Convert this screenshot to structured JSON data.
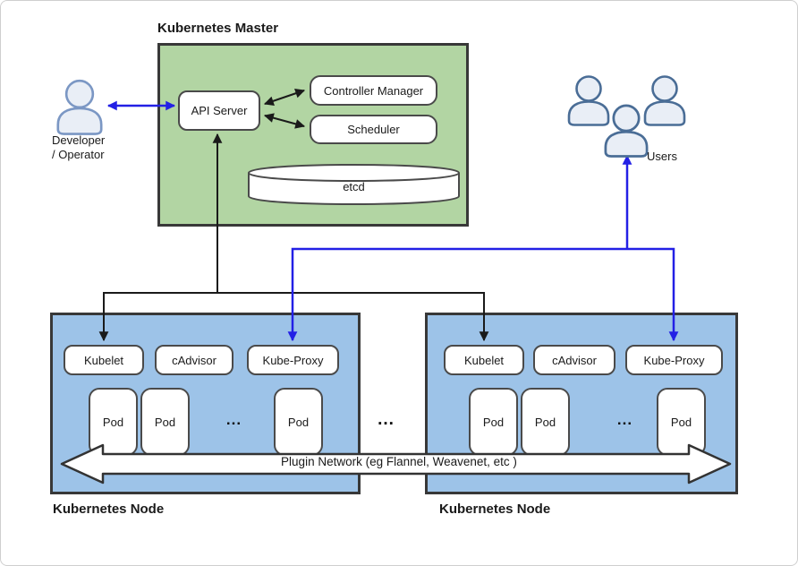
{
  "diagram": {
    "colors": {
      "master_fill": "#b2d5a3",
      "node_fill": "#9dc3e8",
      "container_border": "#383838",
      "box_border": "#4a4a4a",
      "black_arrow": "#1a1a1a",
      "blue_arrow": "#2320e5",
      "person_fill": "#e9eef6",
      "developer_stroke": "#7b97c4",
      "users_stroke": "#4a6d96"
    }
  },
  "master": {
    "title": "Kubernetes Master",
    "api_server": "API Server",
    "controller_manager": "Controller Manager",
    "scheduler": "Scheduler",
    "etcd": "etcd"
  },
  "actors": {
    "developer_line1": "Developer",
    "developer_line2": "/ Operator",
    "users": "Users"
  },
  "nodes": [
    {
      "title": "Kubernetes Node",
      "components": {
        "kubelet": "Kubelet",
        "cadvisor": "cAdvisor",
        "kube_proxy": "Kube-Proxy"
      },
      "pods": [
        "Pod",
        "Pod",
        "Pod"
      ],
      "ellipsis": "..."
    },
    {
      "title": "Kubernetes Node",
      "components": {
        "kubelet": "Kubelet",
        "cadvisor": "cAdvisor",
        "kube_proxy": "Kube-Proxy"
      },
      "pods": [
        "Pod",
        "Pod",
        "Pod"
      ],
      "ellipsis": "..."
    }
  ],
  "between_nodes_ellipsis": "...",
  "plugin_network": {
    "label": "Plugin Network (eg Flannel, Weavenet, etc )"
  }
}
